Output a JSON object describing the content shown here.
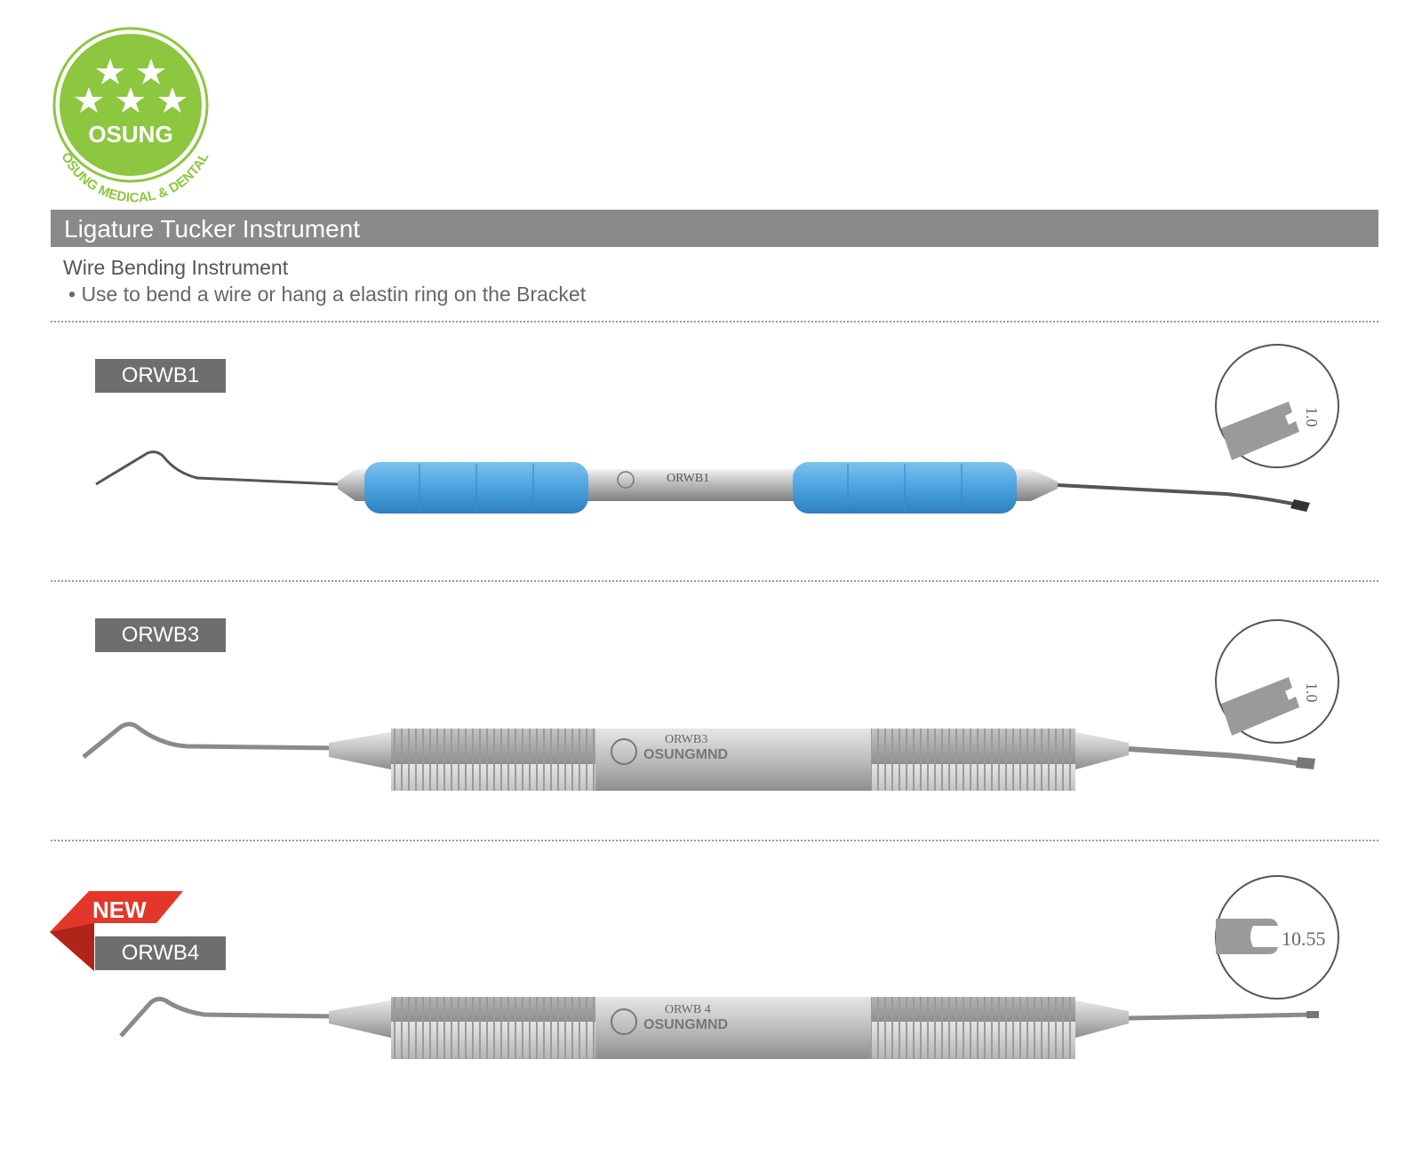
{
  "brand": {
    "logo_name": "OSUNG",
    "logo_tagline": "OSUNG MEDICAL & DENTAL",
    "green": "#8dc63f"
  },
  "header": {
    "title": "Ligature Tucker Instrument",
    "subtitle": "Wire Bending Instrument",
    "bullet": "• Use to bend a wire or hang a elastin ring on the Bracket"
  },
  "products": [
    {
      "code": "ORWB1",
      "handle_engraving": "ORWB1",
      "handle_style": "blue silicone grip",
      "detail_dimension": "1.0",
      "is_new": false
    },
    {
      "code": "ORWB3",
      "handle_engraving": "ORWB3",
      "handle_brand": "OSUNGMND",
      "handle_style": "knurled steel",
      "detail_dimension": "1.0",
      "is_new": false
    },
    {
      "code": "ORWB4",
      "handle_engraving": "ORWB 4",
      "handle_brand": "OSUNGMND",
      "handle_style": "knurled steel",
      "detail_dimension": "10.55",
      "is_new": true,
      "new_label": "NEW"
    }
  ],
  "colors": {
    "title_bar": "#8a8a8a",
    "code_badge": "#6d6e70",
    "grip_blue": "#4aa3df",
    "new_red": "#e2372a"
  }
}
